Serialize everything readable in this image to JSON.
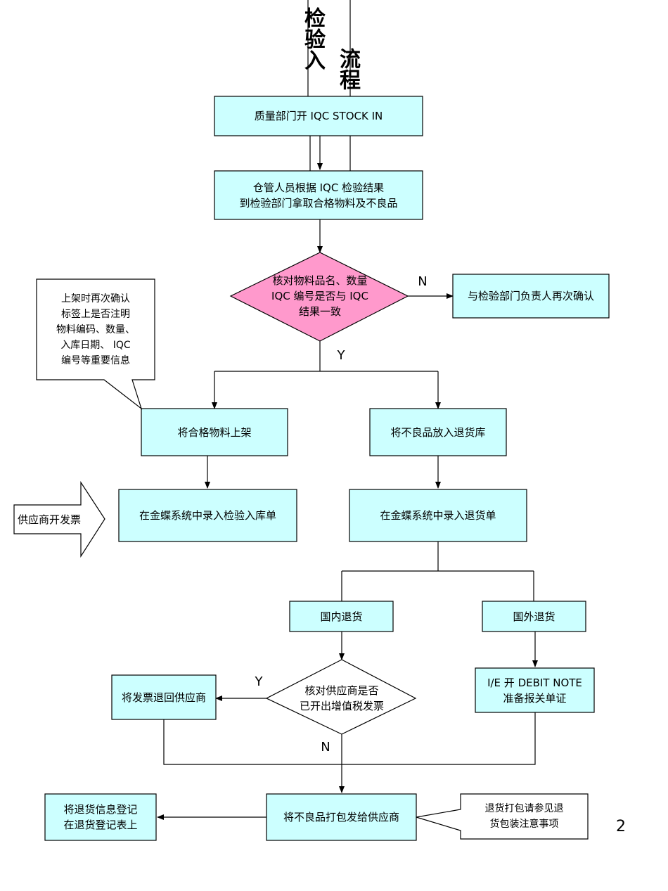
{
  "title": {
    "col1": "检验入",
    "col2": "流程"
  },
  "nodes": {
    "iqc_stock_in": "质量部门开 IQC STOCK IN",
    "fetch_materials": "仓管人员根据 IQC 检验结果\n到检验部门拿取合格物料及不良品",
    "check_match": "核对物料品名、数量\nIQC 编号是否与 IQC\n结果一致",
    "reconfirm": "与检验部门负责人再次确认",
    "shelve_good": "将合格物料上架",
    "bad_to_return_store": "将不良品放入退货库",
    "supplier_invoice": "供应商开发票",
    "enter_inspection_receipt": "在金蝶系统中录入检验入库单",
    "enter_return_note": "在金蝶系统中录入退货单",
    "domestic_return": "国内退货",
    "foreign_return": "国外退货",
    "check_vat_invoice": "核对供应商是否\n已开出增值税发票",
    "return_invoice": "将发票退回供应商",
    "debit_note": "I/E 开 DEBIT NOTE\n准备报关单证",
    "pack_ship": "将不良品打包发给供应商",
    "register_return": "将退货信息登记\n在退货登记表上"
  },
  "callouts": {
    "shelf_label_check": "上架时再次确认\n标签上是否注明\n物料编码、数量、\n入库日期、 IQC\n编号等重要信息",
    "packing_notes": "退货打包请参见退\n货包装注意事项"
  },
  "labels": {
    "n1": "N",
    "y1": "Y",
    "y2": "Y",
    "n2": "N"
  },
  "page_number": "2",
  "colors": {
    "box_fill": "#ccffff",
    "diamond_fill": "#ff99cc",
    "stroke": "#000000",
    "background": "#ffffff"
  }
}
